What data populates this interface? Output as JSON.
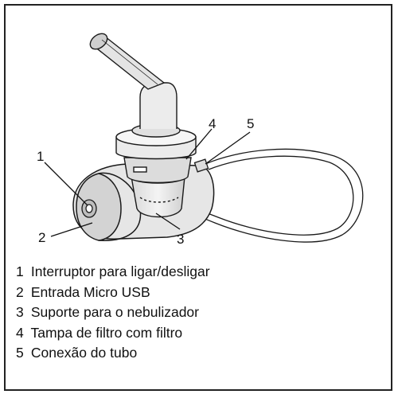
{
  "callouts": [
    {
      "number": "1"
    },
    {
      "number": "2"
    },
    {
      "number": "3"
    },
    {
      "number": "4"
    },
    {
      "number": "5"
    }
  ],
  "legend": [
    {
      "number": "1",
      "text": "Interruptor para ligar/desligar"
    },
    {
      "number": "2",
      "text": "Entrada Micro USB"
    },
    {
      "number": "3",
      "text": "Suporte para o nebulizador"
    },
    {
      "number": "4",
      "text": "Tampa de filtro com filtro"
    },
    {
      "number": "5",
      "text": "Conexão do tubo"
    }
  ],
  "colors": {
    "body_fill": "#e8e8e8",
    "shade": "#cfcfcf",
    "outline": "#1a1a1a",
    "border": "#222222"
  }
}
